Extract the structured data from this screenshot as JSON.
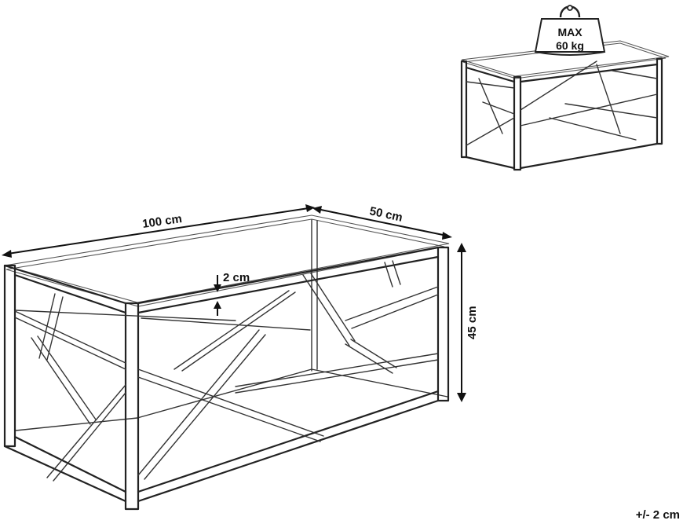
{
  "labels": {
    "width": "100 cm",
    "depth": "50 cm",
    "height": "45 cm",
    "glass_thickness": "2 cm",
    "tolerance": "+/- 2 cm",
    "max_line1": "MAX",
    "max_line2": "60 kg"
  }
}
